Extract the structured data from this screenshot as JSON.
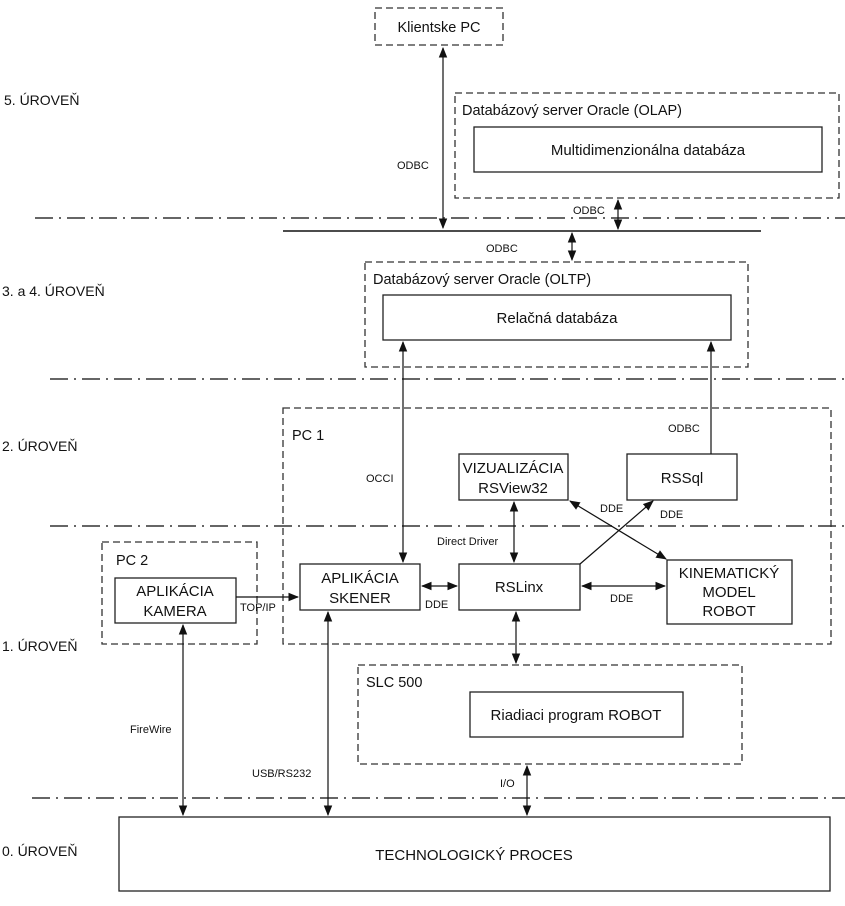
{
  "levels": {
    "l5": "5. ÚROVEŇ",
    "l34": "3. a 4. ÚROVEŇ",
    "l2": "2. ÚROVEŇ",
    "l1": "1. ÚROVEŇ",
    "l0": "0. ÚROVEŇ"
  },
  "groups": {
    "client_pc": "Klientske PC",
    "olap_server": "Databázový server Oracle (OLAP)",
    "oltp_server": "Databázový server Oracle (OLTP)",
    "pc1": "PC 1",
    "pc2": "PC 2",
    "slc500": "SLC 500"
  },
  "boxes": {
    "multidim_db": "Multidimenzionálna databáza",
    "relational_db": "Relačná databáza",
    "visualization": [
      "VIZUALIZÁCIA",
      "RSView32"
    ],
    "rssql": "RSSql",
    "app_scanner": [
      "APLIKÁCIA",
      "SKENER"
    ],
    "rslinx": "RSLinx",
    "kinematic": [
      "KINEMATICKÝ",
      "MODEL",
      "ROBOT"
    ],
    "app_camera": [
      "APLIKÁCIA",
      "KAMERA"
    ],
    "robot_program": "Riadiaci program ROBOT",
    "tech_process": "TECHNOLOGICKÝ  PROCES"
  },
  "connections": {
    "client_odbc": "ODBC",
    "olap_odbc": "ODBC",
    "oltp_odbc": "ODBC",
    "occi": "OCCI",
    "rssql_odbc": "ODBC",
    "direct_driver": "Direct Driver",
    "vis_kin_dde": "DDE",
    "rslinx_rssql_dde": "DDE",
    "scanner_rslinx_dde": "DDE",
    "rslinx_kin_dde": "DDE",
    "tcpip": "TOP/IP",
    "firewire": "FireWire",
    "usb": "USB/RS232",
    "io": "I/O"
  }
}
